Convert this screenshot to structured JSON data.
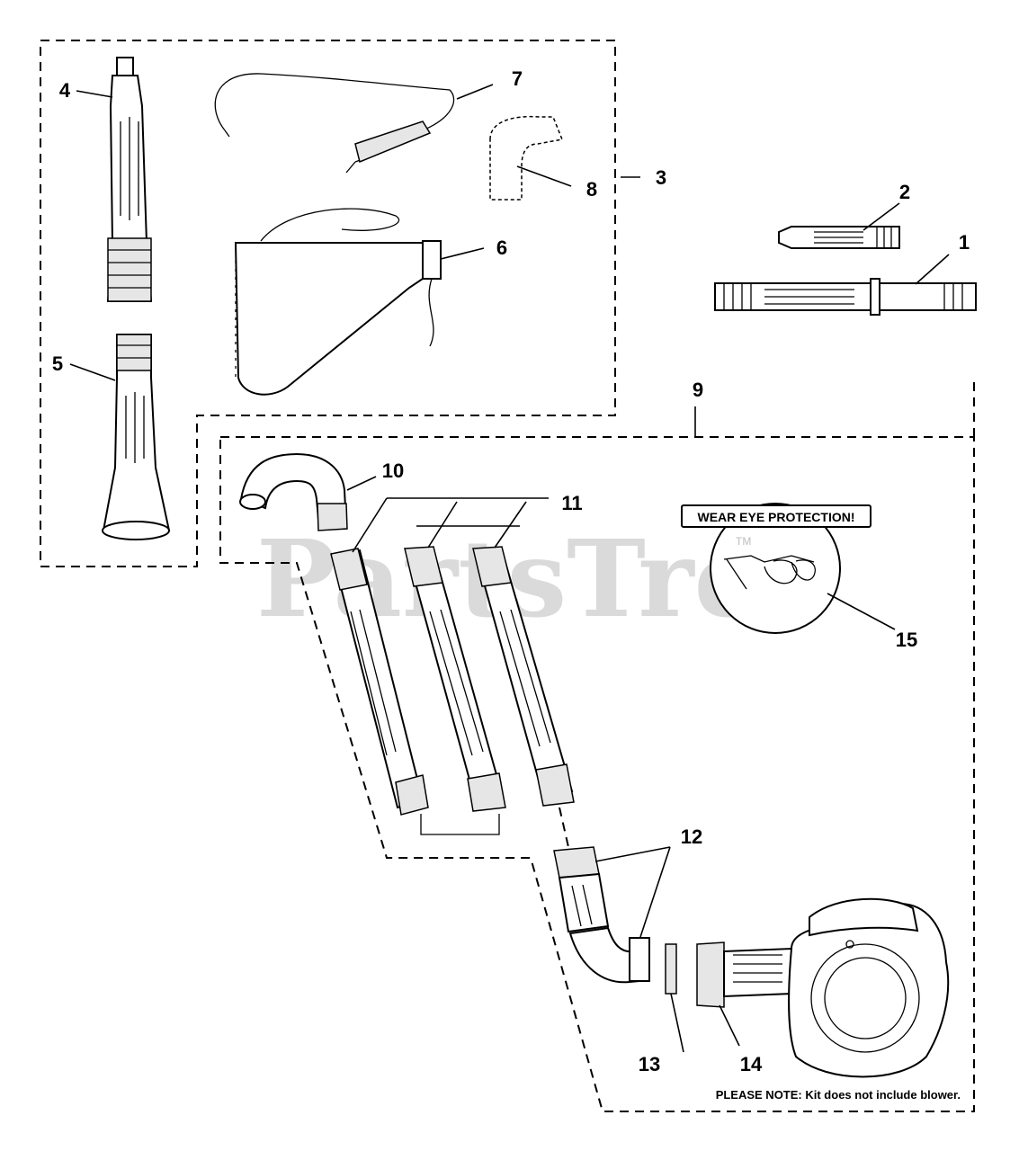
{
  "diagram": {
    "callouts": {
      "c1": "1",
      "c2": "2",
      "c3": "3",
      "c4": "4",
      "c5": "5",
      "c6": "6",
      "c7": "7",
      "c8": "8",
      "c9": "9",
      "c10": "10",
      "c11": "11",
      "c12": "12",
      "c13": "13",
      "c14": "14",
      "c15": "15"
    },
    "warning_label": "WEAR EYE PROTECTION!",
    "trademark": "TM",
    "note": "PLEASE NOTE: Kit does not include blower.",
    "watermark": "PartsTree"
  }
}
